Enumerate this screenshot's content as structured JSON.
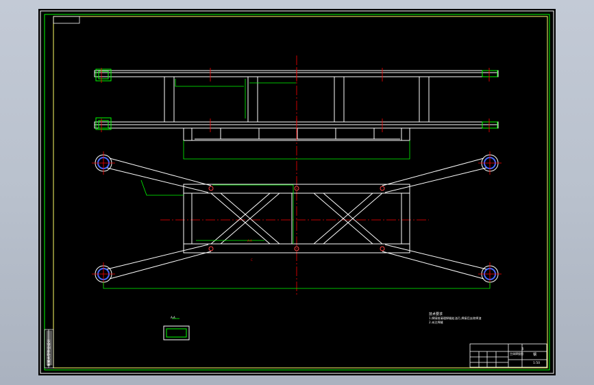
{
  "drawing": {
    "technical_requirements_title": "技术要求",
    "technical_requirements_line1": "1.焊接前清理焊缝处油污,焊接后去除焊渣",
    "technical_requirements_line2": "2.未注焊缝",
    "title_block": {
      "top_label": "3",
      "top_right_label": "钢",
      "scale_label": "1:50",
      "name_cell": "主体焊接图"
    },
    "side_strip_text": "某某大学毕业设计",
    "annotations": {
      "section_label_a": "A-A",
      "center_mark": "C",
      "top_detail": "A-A"
    }
  },
  "colors": {
    "background": "#000000",
    "outline": "#ffffff",
    "centerline": "#ff0000",
    "dimension": "#00ff00",
    "frame": "#ffff66"
  }
}
